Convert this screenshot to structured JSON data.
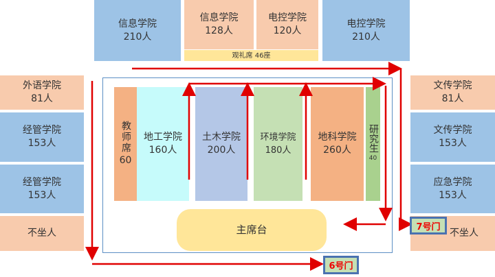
{
  "top": [
    {
      "name": "信息学院",
      "count": "210人"
    },
    {
      "name": "信息学院",
      "count": "128人"
    },
    {
      "name": "电控学院",
      "count": "120人"
    },
    {
      "name": "电控学院",
      "count": "210人"
    }
  ],
  "gallery": "观礼席 46座",
  "left": [
    {
      "name": "外语学院",
      "count": "81人"
    },
    {
      "name": "经管学院",
      "count": "153人"
    },
    {
      "name": "经管学院",
      "count": "153人"
    },
    {
      "name": "不坐人"
    }
  ],
  "right": [
    {
      "name": "文传学院",
      "count": "81人"
    },
    {
      "name": "文传学院",
      "count": "153人"
    },
    {
      "name": "应急学院",
      "count": "153人"
    },
    {
      "name": "不坐人"
    }
  ],
  "center": {
    "teacher": {
      "name": "教师席",
      "count": "60"
    },
    "cols": [
      {
        "name": "地工学院",
        "count": "160人"
      },
      {
        "name": "土木学院",
        "count": "200人"
      },
      {
        "name": "环境学院",
        "count": "180人"
      },
      {
        "name": "地科学院",
        "count": "260人"
      }
    ],
    "grad": {
      "name": "研究生",
      "count": "40"
    }
  },
  "stage": "主席台",
  "doors": {
    "d7": "7号门",
    "d6": "6号门"
  },
  "colors": {
    "arrow": "#e00000"
  }
}
